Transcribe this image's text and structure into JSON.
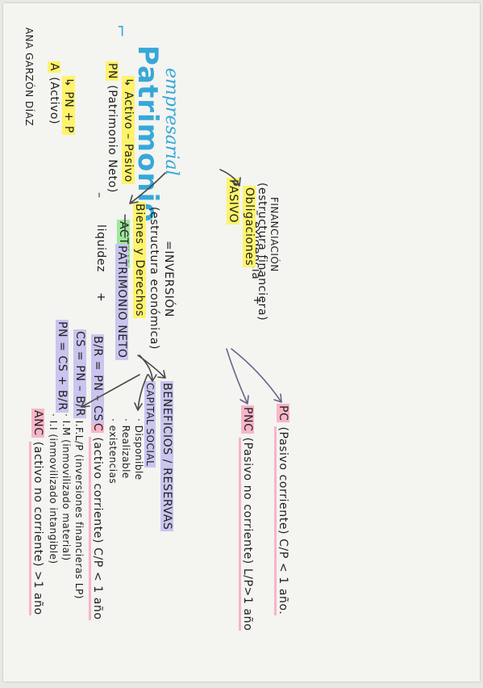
{
  "author": "ANA GARZÓN DÍAZ",
  "title": "Patrimonio",
  "subtitle": "empresarial",
  "title_mark": "⌐",
  "liquidez_axis": {
    "minus": "–",
    "label": "liquidez",
    "plus": "+"
  },
  "exigencia_axis": {
    "minus": "–",
    "label": "exigencia",
    "plus": "+"
  },
  "activo": {
    "heading": "ACTIVO",
    "line1": "Bienes y Derechos",
    "line2": "(estructura económica)",
    "line3": "=INVERSIÓN"
  },
  "pasivo": {
    "heading": "PASIVO",
    "line1": "Obligaciones",
    "line2": "(estructura financiera)",
    "line3": "FINANCIACIÓN"
  },
  "anc": {
    "abbr": "ANC",
    "desc": "(activo no corriente) >1 año",
    "items": [
      "· I.I (inmovilizado intangible)",
      "· I.M (inmovilizado material)",
      "· I.F.L/P (inversiones financieras LP)"
    ]
  },
  "ac": {
    "abbr": "AC",
    "desc": "(activo corriente) C/P < 1 año",
    "items": [
      "· existencias",
      "· Realizable",
      "· Disponible"
    ]
  },
  "pnc": {
    "abbr": "PNC",
    "desc": "(Pasivo no corriente) L/P>1 año"
  },
  "pc": {
    "abbr": "PC",
    "desc": "(Pasivo corriente) C/P < 1 año."
  },
  "pn_block": {
    "pn": "PN",
    "pn_desc": "(Patrimonio Neto)",
    "pn_formula": "↳ Activo – Pasivo",
    "a": "A",
    "a_desc": "(Activo)",
    "a_formula": "↳ PN + P"
  },
  "patrimonio_neto": {
    "label": "PATRIMONIO NETO",
    "capital": "CAPITAL SOCIAL",
    "beneficios": "BENEFICIOS / RESERVAS",
    "formulas": [
      "PN = CS + B/R",
      "CS = PN – B/R",
      "B/R = PN – CS"
    ]
  },
  "colors": {
    "title": "#36a8d8",
    "yellow": "#fff36a",
    "green": "#9ee89a",
    "pink": "#f7b6c7",
    "purple": "#c9c5ee"
  }
}
